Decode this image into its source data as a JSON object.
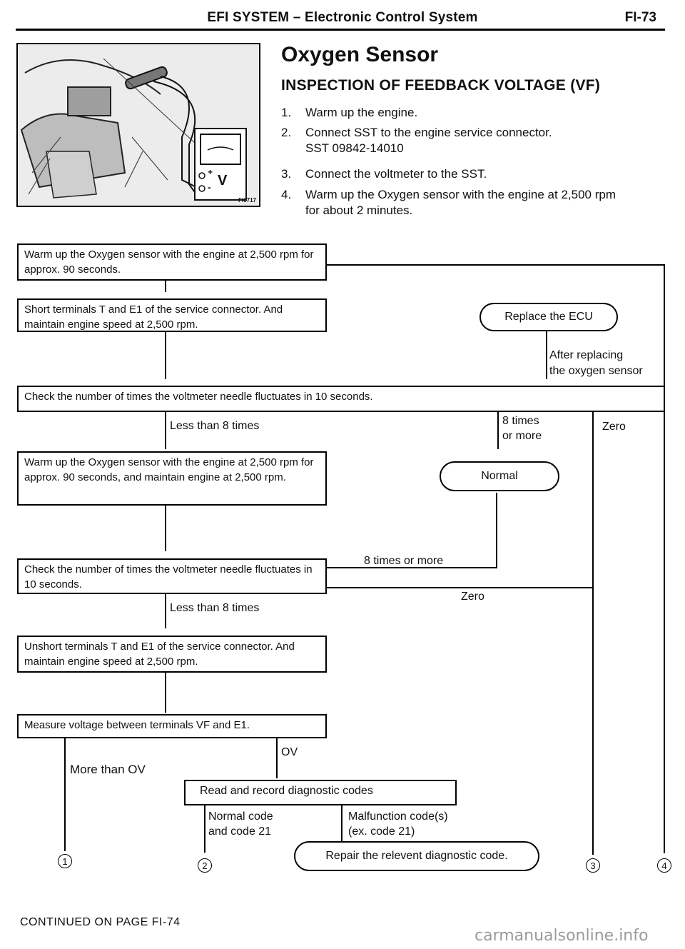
{
  "header": {
    "title": "EFI SYSTEM – Electronic Control System",
    "page": "FI-73"
  },
  "figure": {
    "code": "FI0717",
    "meter_label": "V",
    "plus": "+",
    "minus": "-"
  },
  "section_title": "Oxygen Sensor",
  "subtitle": "INSPECTION OF FEEDBACK VOLTAGE (VF)",
  "steps": [
    {
      "num": "1.",
      "text": "Warm up the engine."
    },
    {
      "num": "2.",
      "text": "Connect SST to the engine service connector.",
      "extra": "SST 09842-14010"
    },
    {
      "num": "3.",
      "text": "Connect the voltmeter to the SST."
    },
    {
      "num": "4.",
      "text": "Warm up the Oxygen sensor with the engine at 2,500 rpm",
      "extra": "for about 2 minutes."
    }
  ],
  "flow": {
    "box1": "Warm up the Oxygen sensor with the engine at 2,500 rpm for approx. 90 seconds.",
    "box2": "Short terminals T and E1 of the service connector. And maintain engine speed at 2,500 rpm.",
    "box3": "Check the number of times the voltmeter needle fluctuates in 10 seconds.",
    "box4": "Warm up the Oxygen sensor with the engine at 2,500 rpm for approx. 90 seconds, and maintain engine at 2,500 rpm.",
    "box5": "Check the number of times the voltmeter needle fluctuates in 10 seconds.",
    "box6": "Unshort terminals T and E1 of the service connector. And maintain engine speed at 2,500 rpm.",
    "box7": "Measure voltage between terminals VF and E1.",
    "box8": "Read and record diagnostic codes",
    "oval_replace": "Replace the ECU",
    "oval_normal": "Normal",
    "oval_repair": "Repair the relevent diagnostic code.",
    "lbl_after_replacing": "After replacing",
    "lbl_oxygen_sensor": "the oxygen sensor",
    "lbl_less1": "Less than 8 times",
    "lbl_8times": "8 times",
    "lbl_ormore": "or more",
    "lbl_zero1": "Zero",
    "lbl_8ormore": "8 times or more",
    "lbl_zero2": "Zero",
    "lbl_less2": "Less than 8 times",
    "lbl_ov": "OV",
    "lbl_more_than_ov": "More than OV",
    "lbl_normal_code": "Normal code",
    "lbl_and_code21": "and code 21",
    "lbl_malfunction": "Malfunction code(s)",
    "lbl_ex_code": "(ex. code 21)",
    "end1": "1",
    "end2": "2",
    "end3": "3",
    "end4": "4"
  },
  "footer": "CONTINUED ON PAGE FI-74",
  "watermark": "carmanualsonline.info"
}
